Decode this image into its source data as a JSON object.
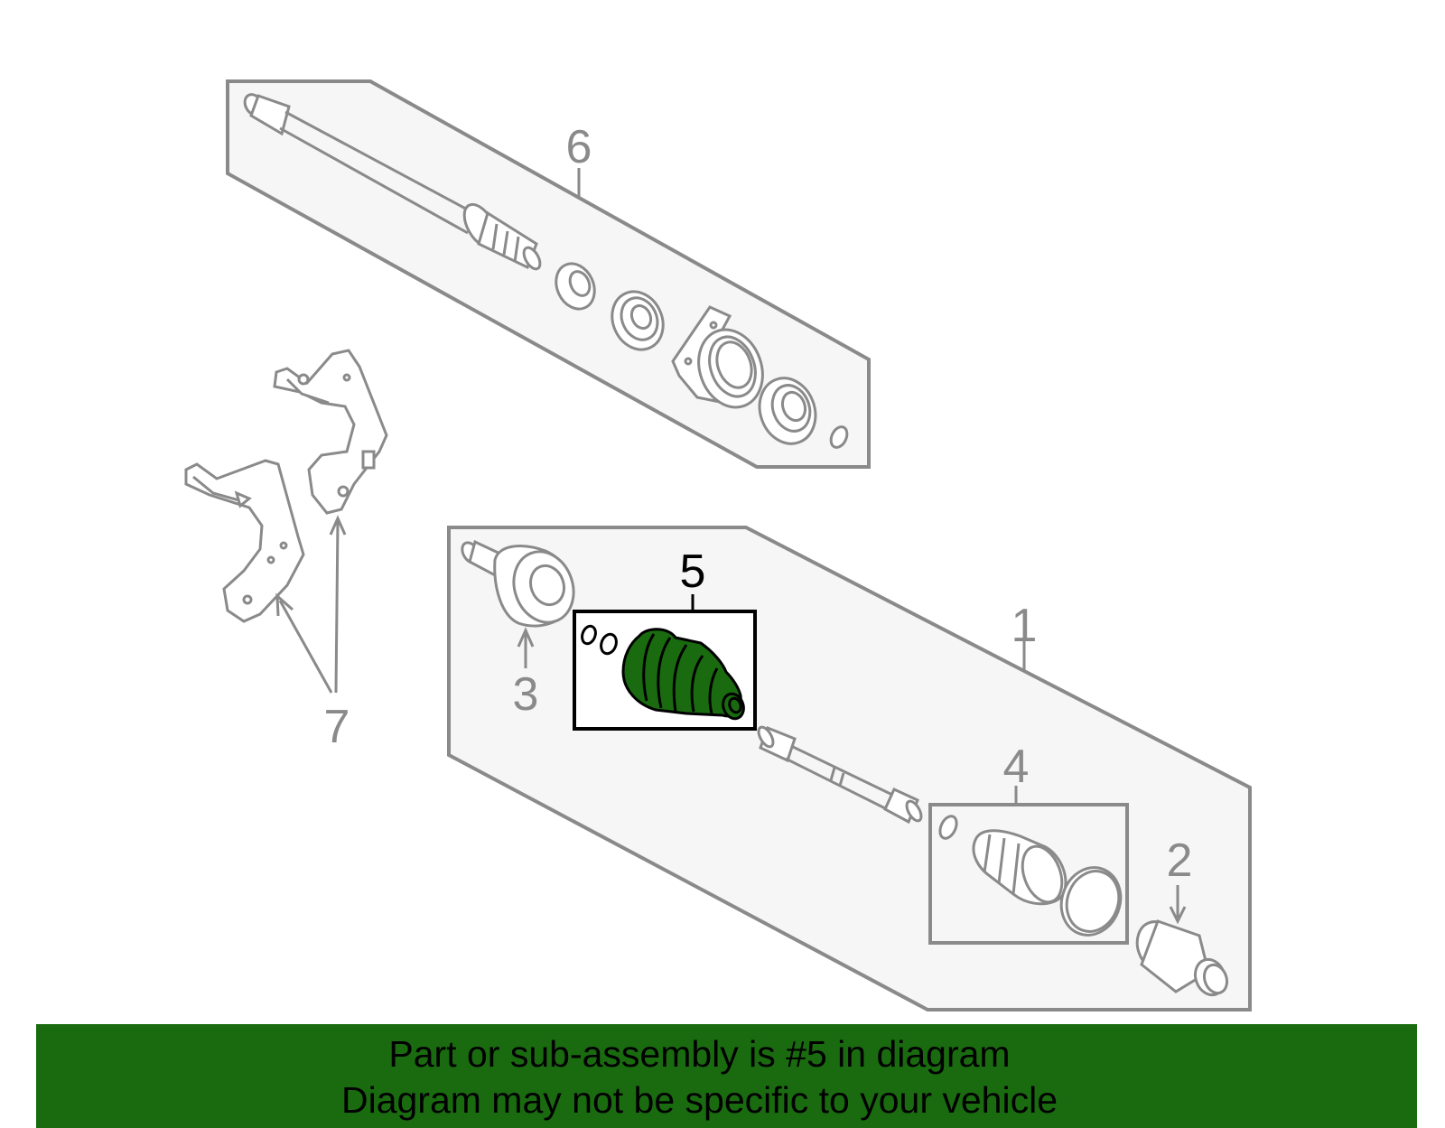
{
  "colors": {
    "outline": "#8a8a8a",
    "panel_fill": "#f6f6f6",
    "highlight_fill": "#1a6b10",
    "highlight_stroke": "#000000",
    "banner_background": "#1a6b10"
  },
  "callouts": {
    "c1": "1",
    "c2": "2",
    "c3": "3",
    "c4": "4",
    "c5": "5",
    "c6": "6",
    "c7": "7"
  },
  "highlighted_callout": "5",
  "banner": {
    "line1": "Part or sub-assembly is #5 in diagram",
    "line2": "Diagram may not be specific to your vehicle"
  }
}
